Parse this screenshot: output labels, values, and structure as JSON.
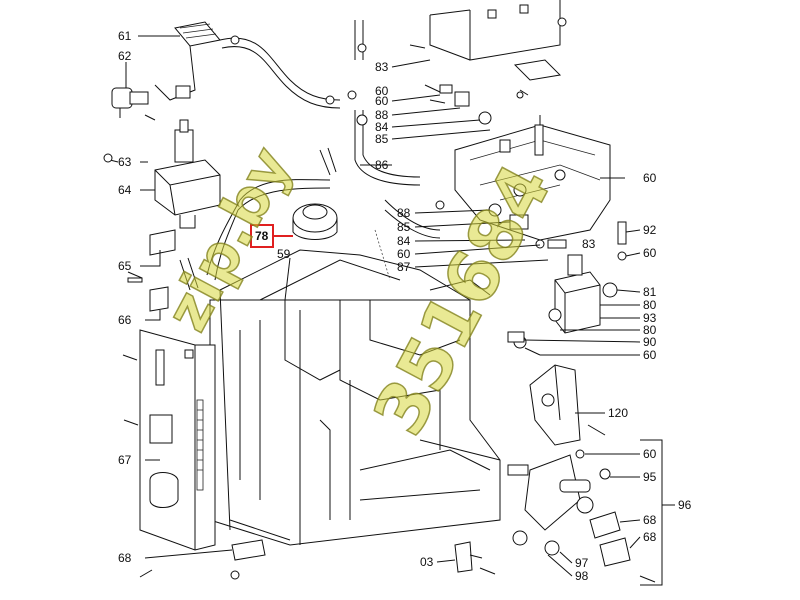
{
  "labels": {
    "l61": "61",
    "l62": "62",
    "l63": "63",
    "l64": "64",
    "l65": "65",
    "l66": "66",
    "l67": "67",
    "l68a": "68",
    "l83a": "83",
    "l60a": "60",
    "l88a": "88",
    "l60b": "60",
    "l84a": "84",
    "l85a": "85",
    "l86": "86",
    "l60c": "60",
    "l88b": "88",
    "l85b": "85",
    "l84b": "84",
    "l60d": "60",
    "l87": "87",
    "l83b": "83",
    "l92": "92",
    "l60e": "60",
    "l81": "81",
    "l80a": "80",
    "l93": "93",
    "l80b": "80",
    "l90": "90",
    "l60f": "60",
    "l120": "120",
    "l60g": "60",
    "l95": "95",
    "l96": "96",
    "l68b": "68",
    "l68c": "68",
    "l97": "97",
    "l98": "98",
    "l03": "03",
    "l59": "59",
    "l78": "78"
  },
  "highlight": {
    "part": "78",
    "color": "#e02020"
  },
  "watermark": {
    "line1": "zip.by",
    "line2": "351684"
  },
  "colors": {
    "ink": "#111111",
    "highlight": "#e02020",
    "watermark": "#d7d73c"
  }
}
